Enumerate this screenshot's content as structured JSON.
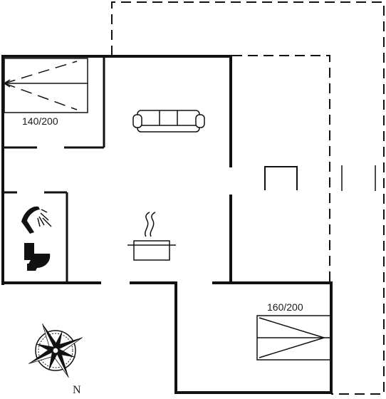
{
  "plan": {
    "bedroom_top_bed_label": "140/200",
    "bedroom_bottom_bed_label": "160/200",
    "compass_label": "N"
  },
  "icons": [
    "sofa-icon",
    "shower-icon",
    "toilet-icon",
    "cooking-pot-icon",
    "table-icon",
    "compass-rose-icon",
    "bed-icon"
  ]
}
